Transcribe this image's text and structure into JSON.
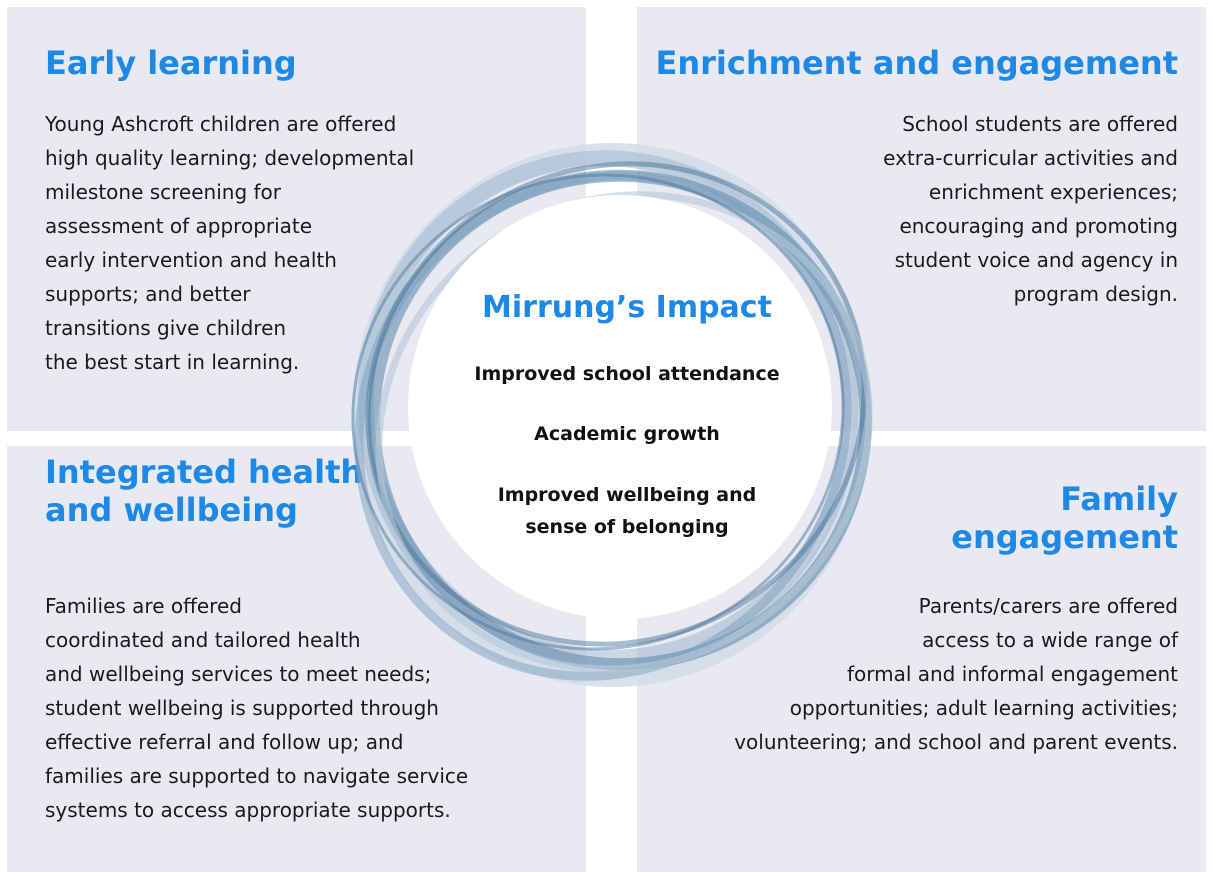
{
  "quadrants": {
    "top_left": {
      "heading": "Early learning",
      "lines": [
        "Young Ashcroft children are offered",
        "high quality learning; developmental",
        "milestone screening for",
        "assessment of appropriate",
        "early intervention and health",
        "supports; and better",
        "transitions give children",
        "the best start in learning."
      ]
    },
    "top_right": {
      "heading": "Enrichment and engagement",
      "lines": [
        "School students are offered",
        "extra-curricular activities and",
        "enrichment experiences;",
        "encouraging and promoting",
        "student voice and agency in",
        "program design."
      ]
    },
    "bottom_left": {
      "heading_lines": [
        "Integrated health",
        "and wellbeing"
      ],
      "lines": [
        "Families are offered",
        "coordinated and tailored health",
        "and wellbeing services to meet needs;",
        "student wellbeing is supported through",
        "effective referral and follow up; and",
        "families are supported to navigate service",
        "systems to access appropriate supports."
      ]
    },
    "bottom_right": {
      "heading_lines": [
        "Family",
        "engagement"
      ],
      "lines": [
        "Parents/carers are offered",
        "access to a wide range of",
        "formal and informal engagement",
        "opportunities; adult learning activities;",
        "volunteering; and school and parent events."
      ]
    }
  },
  "center": {
    "title": "Mirrung’s Impact",
    "impacts": [
      [
        "Improved school attendance"
      ],
      [
        "Academic growth"
      ],
      [
        "Improved wellbeing and",
        "sense of belonging"
      ]
    ]
  },
  "colors": {
    "panel_bg": "#e9e9f2",
    "heading": "#1e88e5",
    "brush": "#5b86aa"
  }
}
